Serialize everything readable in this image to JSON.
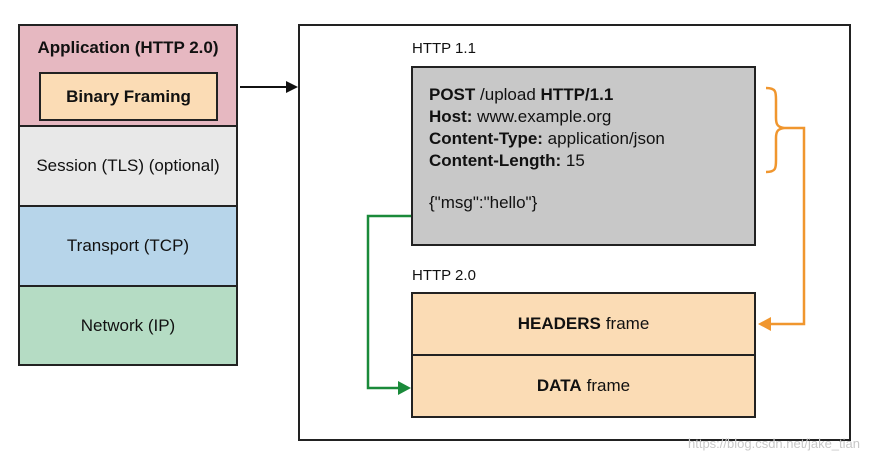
{
  "stack": {
    "application": "Application (HTTP 2.0)",
    "framing": "Binary Framing",
    "session": "Session (TLS) (optional)",
    "transport": "Transport (TCP)",
    "network": "Network (IP)"
  },
  "http11": {
    "label": "HTTP 1.1",
    "request": [
      {
        "key": "POST",
        "value": " /upload ",
        "key2": "HTTP/1.1"
      },
      {
        "key": "Host:",
        "value": " www.example.org"
      },
      {
        "key": "Content-Type:",
        "value": " application/json"
      },
      {
        "key": "Content-Length:",
        "value": " 15"
      }
    ],
    "body": "{\"msg\":\"hello\"}"
  },
  "http2": {
    "label": "HTTP 2.0",
    "headers_frame": {
      "strong": "HEADERS",
      "rest": "frame"
    },
    "data_frame": {
      "strong": "DATA",
      "rest": "frame"
    }
  },
  "colors": {
    "application": "#e6b8c1",
    "framing": "#fbdcb5",
    "session": "#e8e8e8",
    "transport": "#b7d5ea",
    "network": "#b5dcc4",
    "request_box": "#c8c8c8",
    "orange_arrow": "#f0962e",
    "green_arrow": "#1a8a3a"
  },
  "watermark": "https://blog.csdn.net/jake_tian"
}
